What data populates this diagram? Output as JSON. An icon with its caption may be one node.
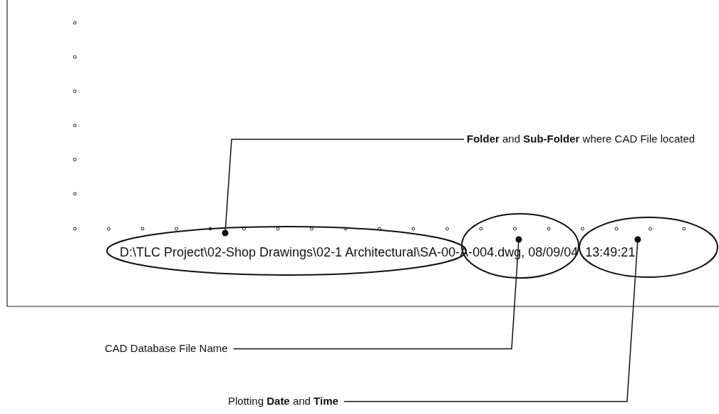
{
  "diagram": {
    "nodes": [
      {
        "text": [
          "**Folder** and **Sub-Folder** where CAD File located"
        ]
      },
      {
        "text": [],
        "shape": "ellipse"
      },
      {
        "text": [],
        "shape": "ellipse"
      },
      {
        "text": [],
        "shape": "ellipse"
      },
      {
        "text": [
          "CAD Database File Name"
        ]
      },
      {
        "text": [
          "Plotting **Date** and **Time**"
        ]
      }
    ],
    "edges": [
      {
        "from": 0,
        "to": 1,
        "arrow": "other"
      },
      {
        "from": 4,
        "to": 2,
        "arrow": "other"
      },
      {
        "from": 5,
        "to": 3,
        "arrow": "other"
      }
    ],
    "labels": [
      "D:\\TLC Project\\02-Shop Drawings\\02-1 Architectural\\SA-00-A-004.dwg, 08/09/04  13:49:21"
    ]
  }
}
